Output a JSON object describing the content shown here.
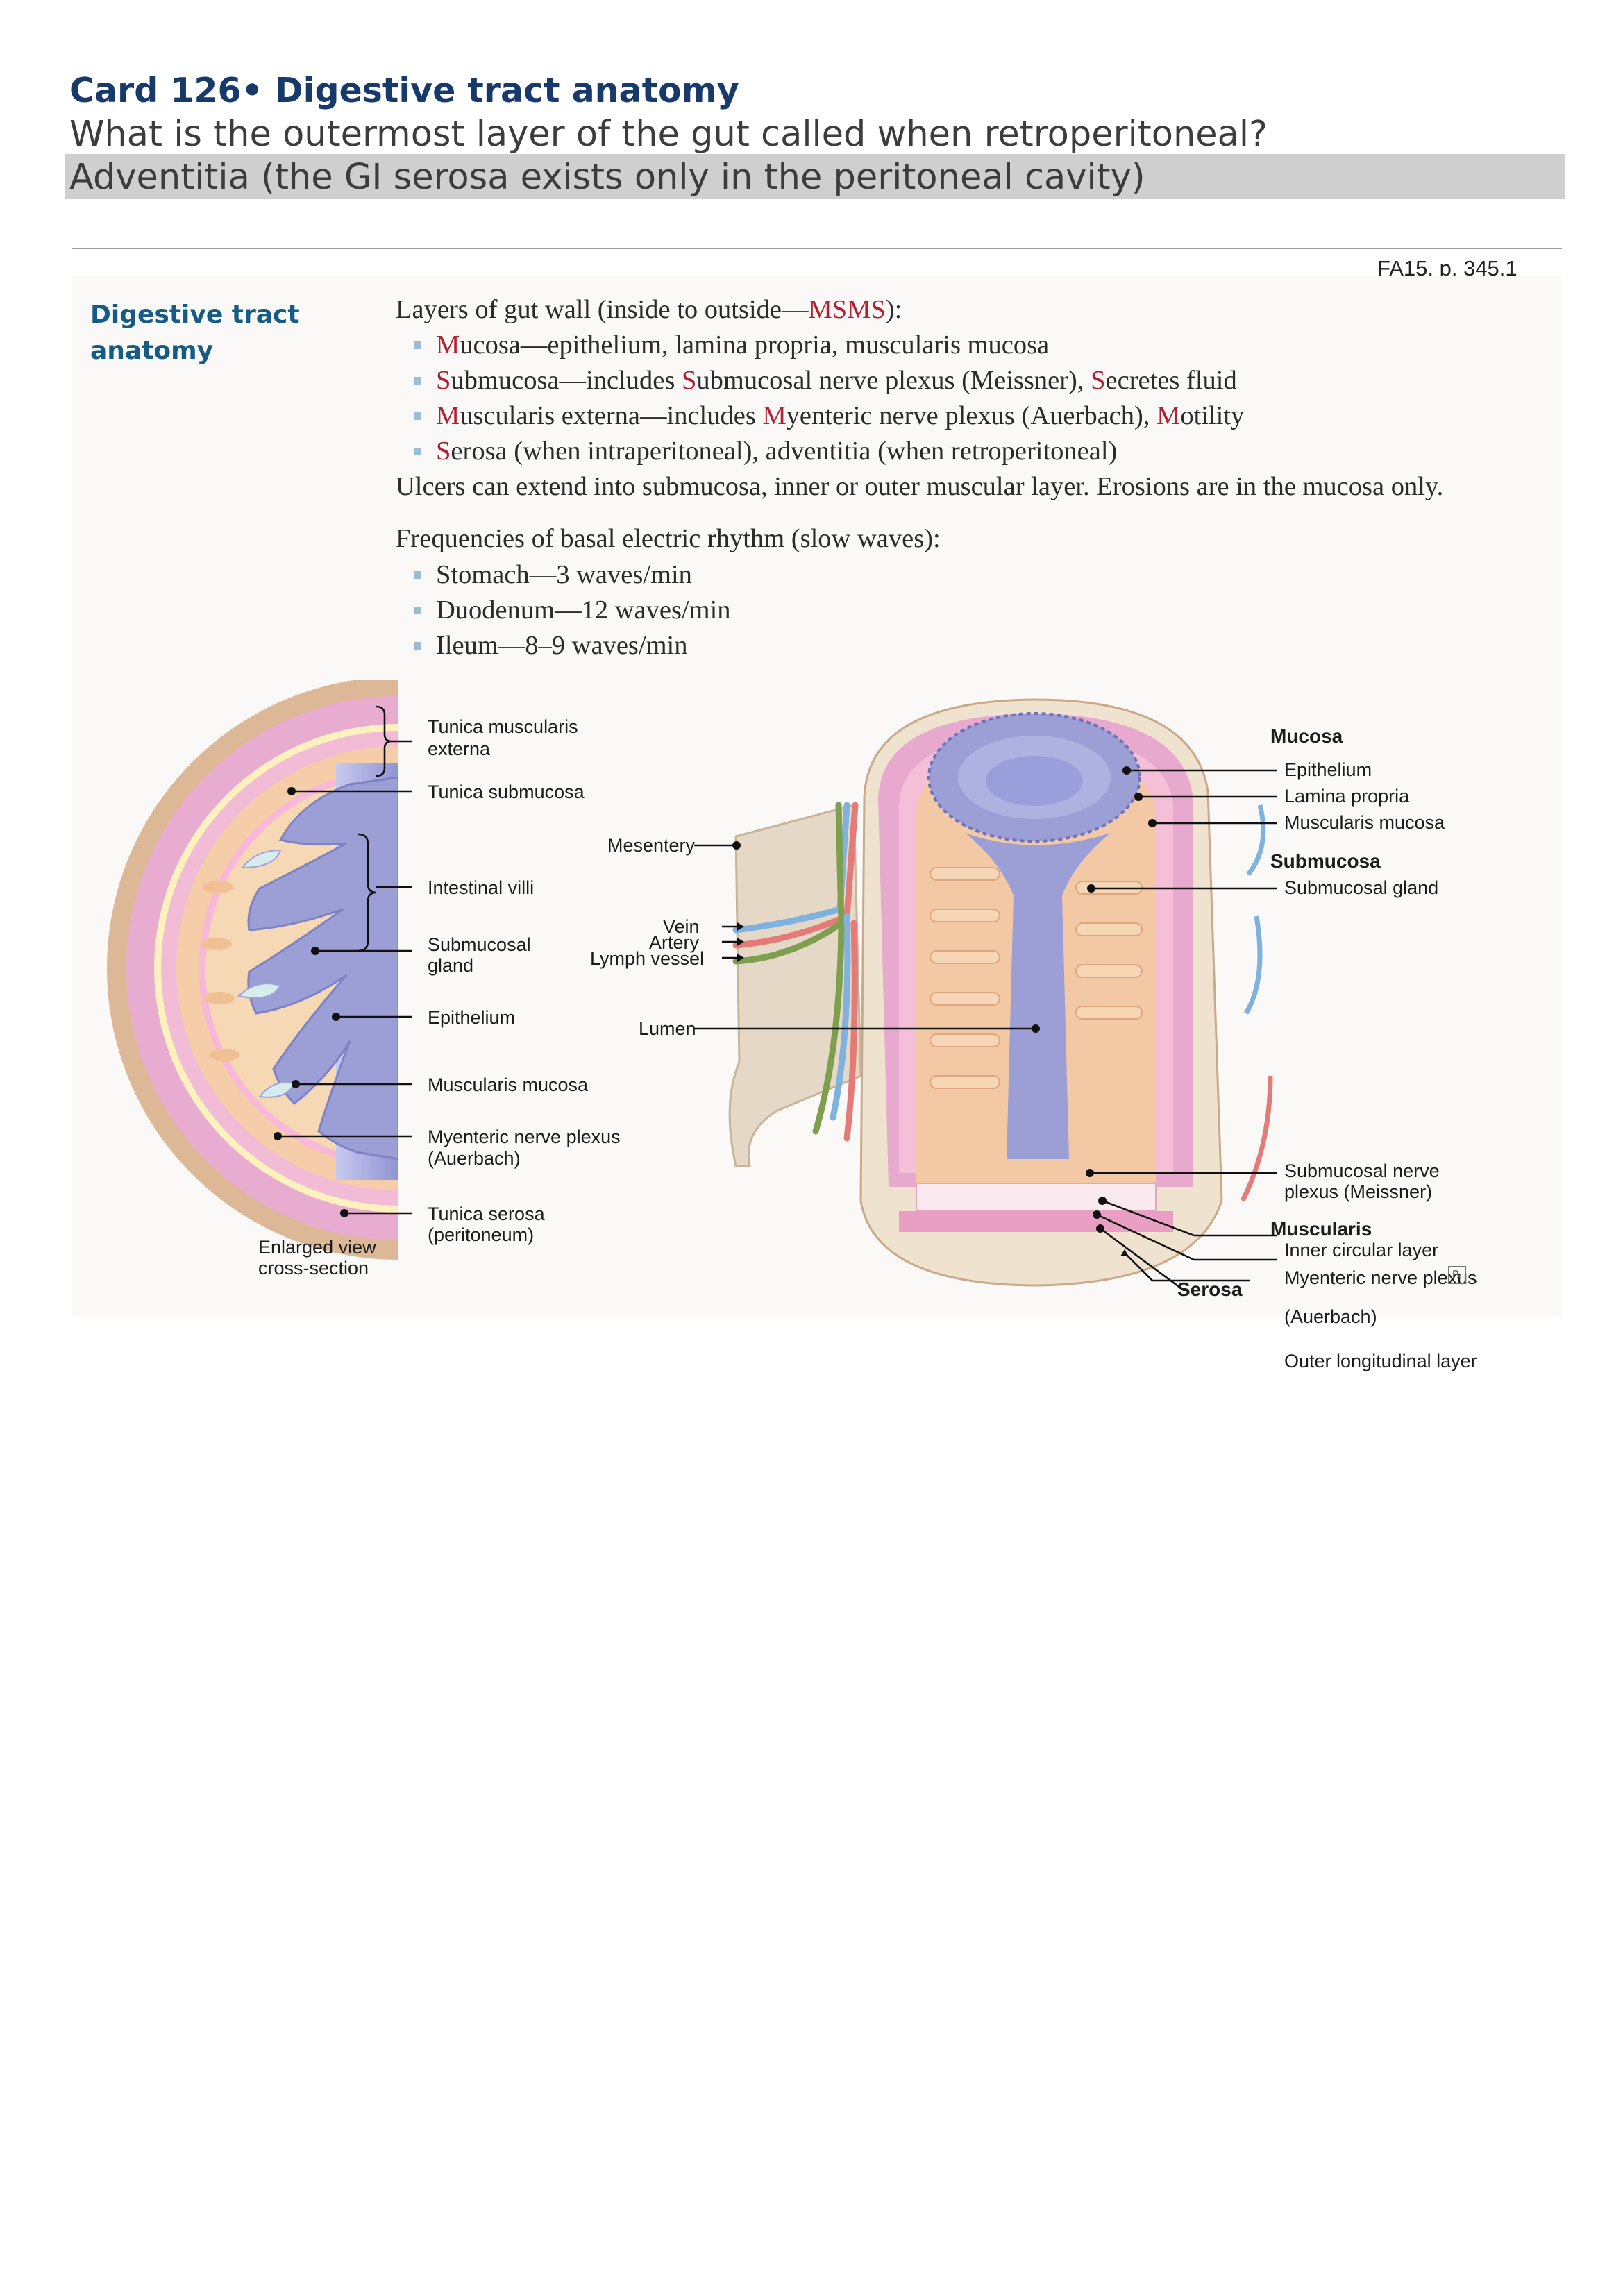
{
  "card": {
    "title": "Card 126• Digestive tract anatomy",
    "question": "What is the outermost layer of the gut called when retroperitoneal?",
    "answer": "Adventitia (the GI serosa exists only in the peritoneal cavity)"
  },
  "source_ref": "FA15, p. 345.1",
  "section": {
    "heading_line1": "Digestive tract",
    "heading_line2": "anatomy"
  },
  "layers": {
    "intro_prefix": "Layers of gut wall (inside to outside—",
    "intro_mnemonic": "MSMS",
    "intro_suffix": "):",
    "b1_l1": "M",
    "b1_t1": "ucosa—epithelium, lamina propria, muscularis mucosa",
    "b2_l1": "S",
    "b2_t1": "ubmucosa—includes ",
    "b2_l2": "S",
    "b2_t2": "ubmucosal nerve plexus (Meissner), ",
    "b2_l3": "S",
    "b2_t3": "ecretes fluid",
    "b3_l1": "M",
    "b3_t1": "uscularis externa—includes ",
    "b3_l2": "M",
    "b3_t2": "yenteric nerve plexus (Auerbach), ",
    "b3_l3": "M",
    "b3_t3": "otility",
    "b4_l1": "S",
    "b4_t1": "erosa (when intraperitoneal), adventitia (when retroperitoneal)",
    "ulcers": "Ulcers can extend into submucosa, inner or outer muscular layer. Erosions are in the mucosa only."
  },
  "frequencies": {
    "intro": "Frequencies of basal electric rhythm (slow waves):",
    "items": [
      "Stomach—3 waves/min",
      "Duodenum—12 waves/min",
      "Ileum—8–9 waves/min"
    ]
  },
  "left_figure": {
    "labels": {
      "tunica_muscularis_1": "Tunica muscularis",
      "tunica_muscularis_2": "externa",
      "tunica_submucosa": "Tunica submucosa",
      "intestinal_villi": "Intestinal villi",
      "submucosal_gland_1": "Submucosal",
      "submucosal_gland_2": "gland",
      "epithelium": "Epithelium",
      "muscularis_mucosa": "Muscularis mucosa",
      "myenteric_1": "Myenteric nerve plexus",
      "myenteric_2": "(Auerbach)",
      "tunica_serosa_1": "Tunica serosa",
      "tunica_serosa_2": "(peritoneum)",
      "caption_1": "Enlarged view",
      "caption_2": "cross-section"
    }
  },
  "right_figure": {
    "labels": {
      "mesentery": "Mesentery",
      "vein": "Vein",
      "artery": "Artery",
      "lymph_vessel": "Lymph vessel",
      "lumen": "Lumen",
      "mucosa": "Mucosa",
      "epithelium": "Epithelium",
      "lamina_propria": "Lamina propria",
      "muscularis_mucosa": "Muscularis mucosa",
      "submucosa": "Submucosa",
      "submucosal_gland": "Submucosal gland",
      "submucosal_plexus_1": "Submucosal nerve",
      "submucosal_plexus_2": "plexus (Meissner)",
      "muscularis": "Muscularis",
      "inner_circular": "Inner circular layer",
      "myenteric_1": "Myenteric nerve plexus",
      "myenteric_2": "(Auerbach)",
      "outer_longitudinal": "Outer longitudinal layer",
      "serosa": "Serosa"
    }
  },
  "colors": {
    "title": "#173a6b",
    "heading": "#145b85",
    "mnemonic_red": "#b31f30",
    "bullet": "#9bbdd2",
    "answer_bg": "#cfcfcf",
    "serosa_tan": "#dcb896",
    "muscularis_pink": "#e2a9c8",
    "submucosa_peach": "#f3c8a4",
    "villi_lavender": "#9b9fd6",
    "vein_blue": "#7fb2de",
    "artery_red": "#e47b79",
    "lymph_green": "#7ea04e"
  },
  "icons": {
    "rx_mark": "rx-icon"
  }
}
